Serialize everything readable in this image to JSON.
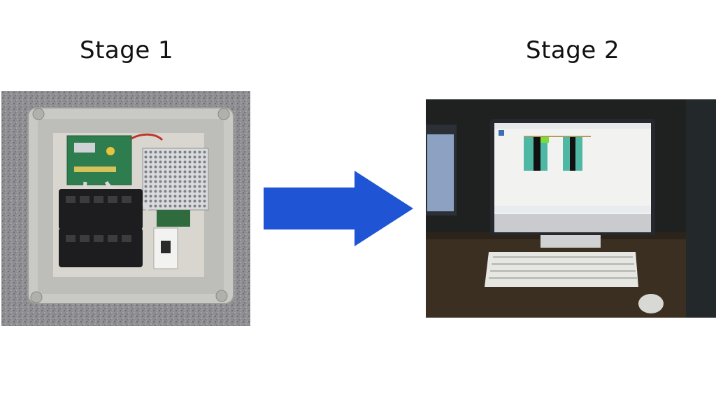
{
  "stage1": {
    "label": "Stage 1"
  },
  "stage2": {
    "label": "Stage 2"
  },
  "arrow": {
    "color": "#1f55d4",
    "direction": "right",
    "icon": "arrow-right-icon"
  },
  "photos": {
    "stage1": "electrical-enclosure-photo",
    "stage2": "monitor-workstation-photo"
  }
}
